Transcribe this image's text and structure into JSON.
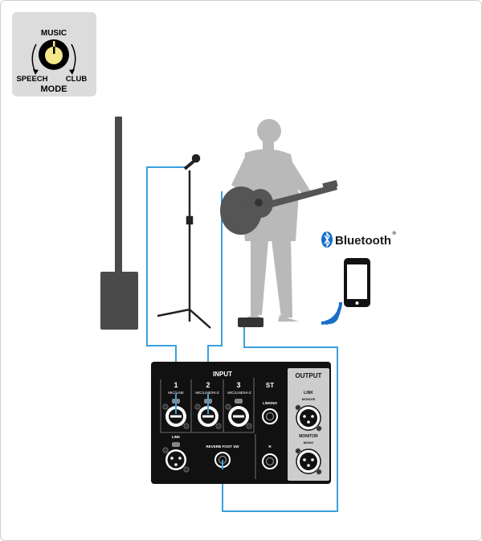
{
  "mode_dial": {
    "top_label": "MUSIC",
    "left_label": "SPEECH",
    "right_label": "CLUB",
    "title": "MODE"
  },
  "bluetooth": {
    "label": "Bluetooth",
    "registered": "®"
  },
  "mixer": {
    "input_title": "INPUT",
    "channels": [
      {
        "number": "1",
        "label": "MIC/LINE"
      },
      {
        "number": "2",
        "label": "MIC/LINE/HI-Z"
      },
      {
        "number": "3",
        "label": "MIC/LINE/HI-Z"
      }
    ],
    "link_label": "LINK",
    "reverb_label": "REVERB FOOT SW",
    "st_title": "ST",
    "st_l": "L/MONO",
    "st_r": "R",
    "output_title": "OUTPUT",
    "out_link": "LINK",
    "out_link_sub": "MONO/R",
    "out_monitor": "MONITOR",
    "out_monitor_sub": "MONO"
  },
  "colors": {
    "cable": "#3aa0dc",
    "panel": "#111111",
    "silhouette": "#b9b9b9",
    "knob": "#f4e98a"
  }
}
